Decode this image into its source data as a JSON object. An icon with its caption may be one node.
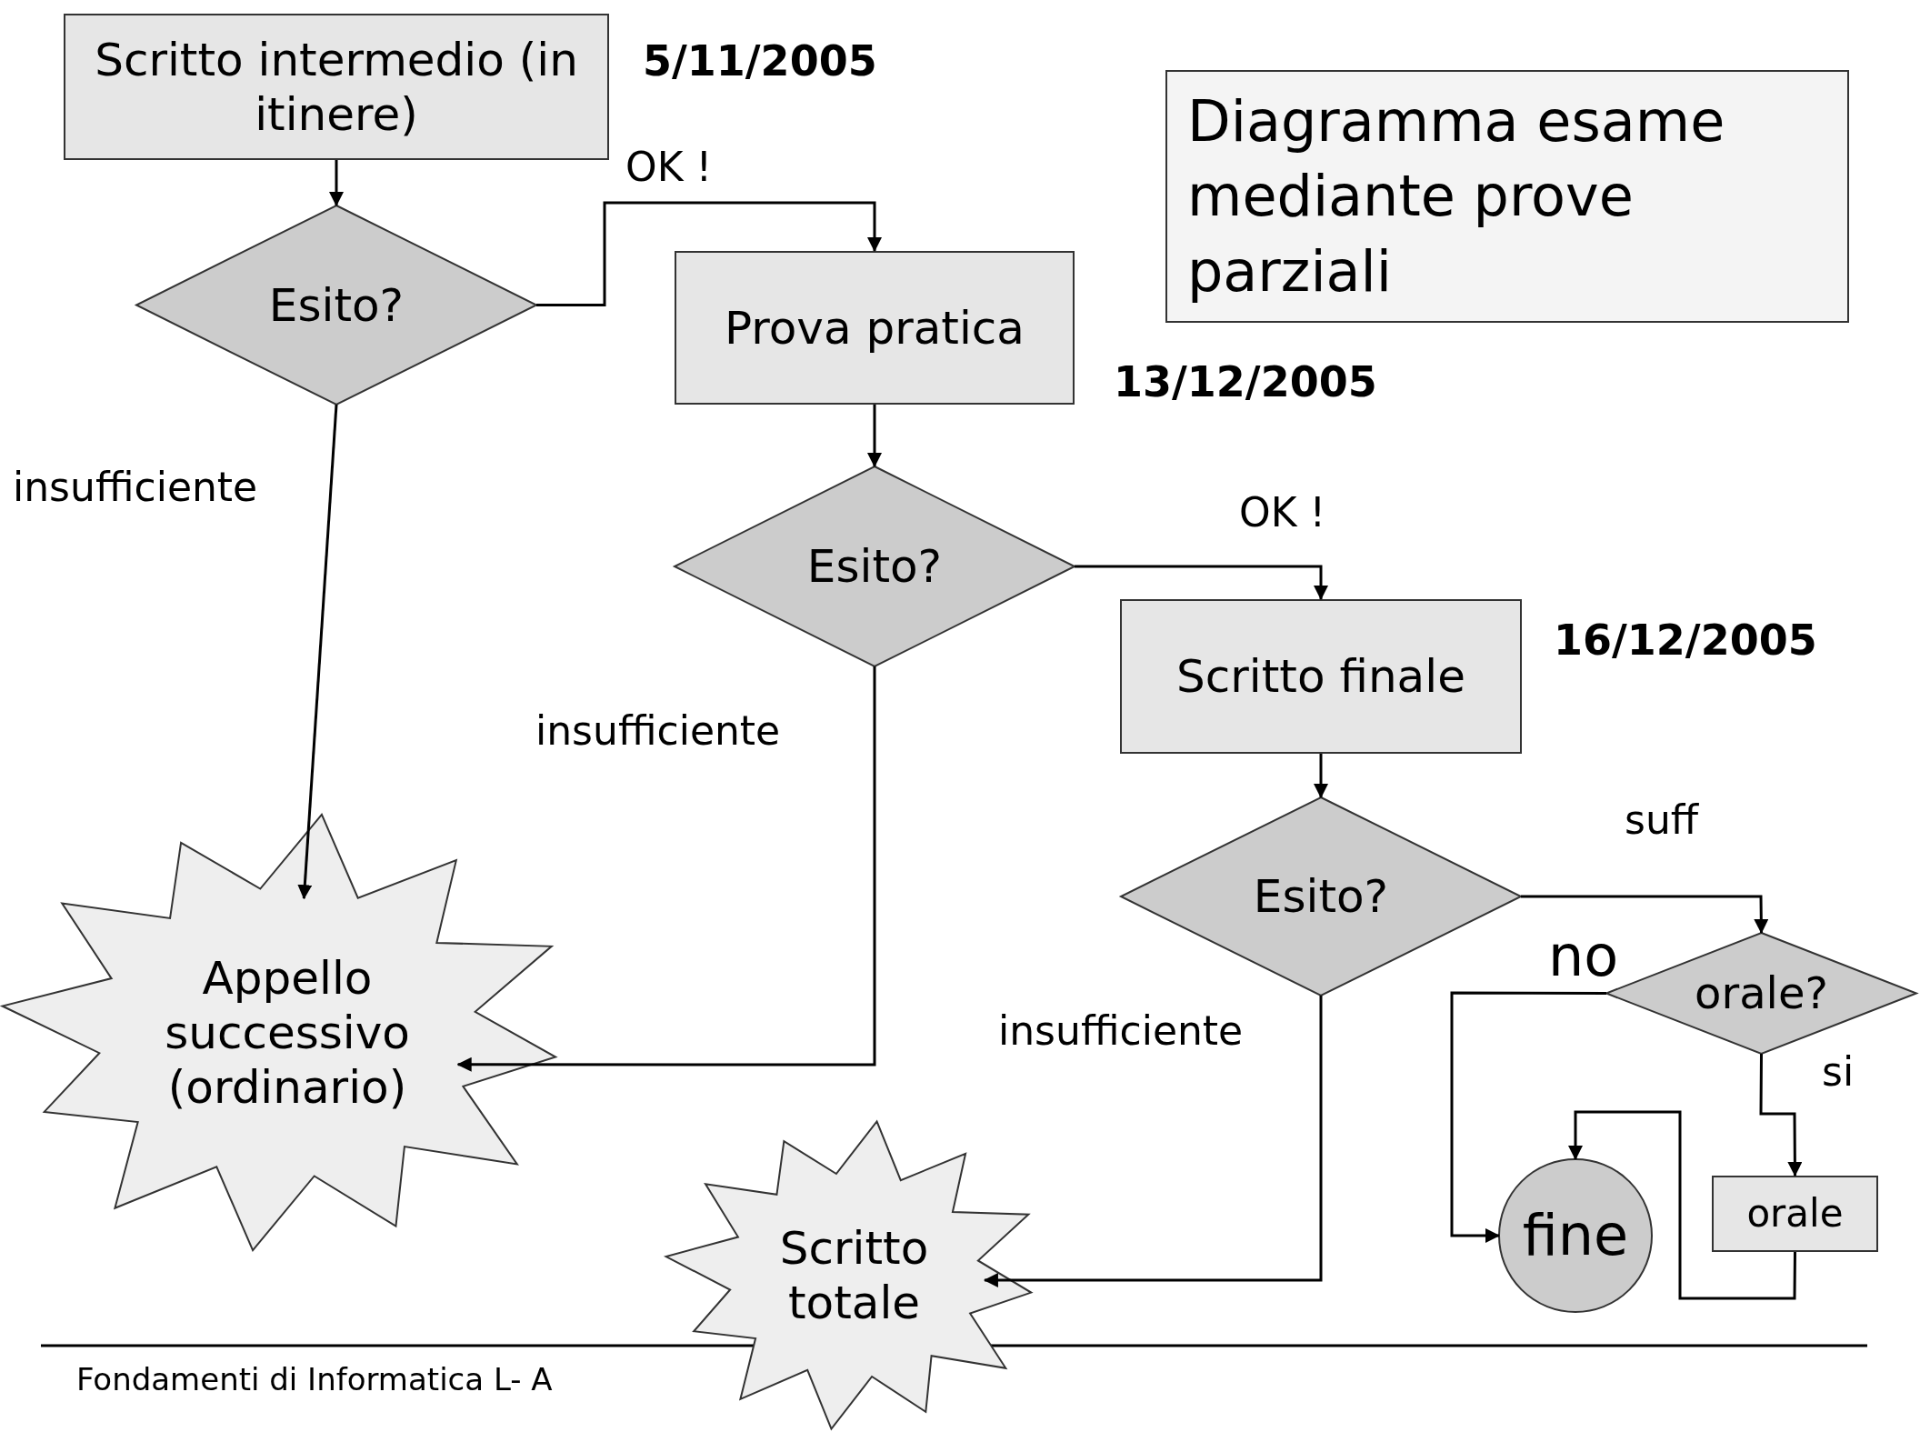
{
  "diagram": {
    "title": "Diagramma esame mediante prove parziali",
    "nodes": [
      {
        "text": [
          "Scritto intermedio (in itinere)"
        ],
        "beside": [
          "5/11/2005"
        ]
      },
      {
        "text": [
          "Esito?"
        ]
      },
      {
        "text": [
          "Prova pratica"
        ],
        "beside": [
          "13/12/2005"
        ]
      },
      {
        "text": [
          "Esito?"
        ]
      },
      {
        "text": [
          "Scritto finale"
        ],
        "beside": [
          "16/12/2005"
        ]
      },
      {
        "text": [
          "Esito?"
        ]
      },
      {
        "text": [
          "orale?"
        ]
      },
      {
        "text": [
          "fine"
        ]
      },
      {
        "text": [
          "orale"
        ]
      },
      {
        "text": [
          "Appello successivo (ordinario)"
        ]
      },
      {
        "text": [
          "Scritto totale"
        ]
      }
    ],
    "edges": [
      {
        "from": 0,
        "to": 1,
        "arrow": "to"
      },
      {
        "from": 1,
        "to": 2,
        "arrow": "to",
        "label": "OK !"
      },
      {
        "from": 1,
        "to": 9,
        "arrow": "to",
        "label": "insufficiente"
      },
      {
        "from": 2,
        "to": 3,
        "arrow": "to"
      },
      {
        "from": 3,
        "to": 4,
        "arrow": "to",
        "label": "OK !"
      },
      {
        "from": 3,
        "to": 9,
        "arrow": "to",
        "label": "insufficiente"
      },
      {
        "from": 4,
        "to": 5,
        "arrow": "to"
      },
      {
        "from": 5,
        "to": 10,
        "arrow": "to",
        "label": "insufficiente"
      },
      {
        "from": 5,
        "to": 6,
        "arrow": "to",
        "label": "suff"
      },
      {
        "from": 6,
        "to": 7,
        "arrow": "to",
        "label": "no"
      },
      {
        "from": 6,
        "to": 8,
        "arrow": "to",
        "label": "si"
      },
      {
        "from": 8,
        "to": 7,
        "arrow": "to"
      }
    ],
    "labels": [
      "Fondamenti di Informatica L- A"
    ]
  }
}
